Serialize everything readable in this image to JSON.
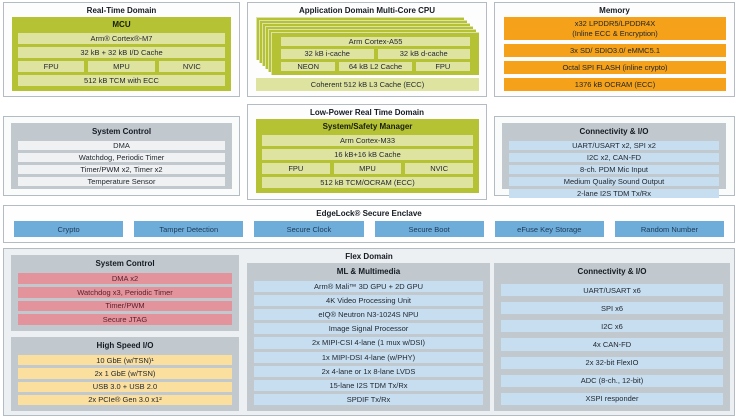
{
  "colors": {
    "lime": "#b5c233",
    "lime_light": "#dfe3a0",
    "orange": "#f5a21a",
    "blue": "#6eacda",
    "blue_light": "#c7def1",
    "gray_box": "#c1c8ce",
    "pink": "#e2939c",
    "yellow": "#fbdf9f"
  },
  "band1": {
    "real_time": {
      "title": "Real-Time Domain",
      "mcu_title": "MCU",
      "core": "Arm® Cortex®-M7",
      "cache": "32 kB + 32 kB I/D Cache",
      "chips": [
        "FPU",
        "MPU",
        "NVIC"
      ],
      "tcm": "512 kB TCM with ECC"
    },
    "app_domain": {
      "title": "Application Domain Multi-Core CPU",
      "core": "Arm Cortex-A55",
      "icache": "32 kB i-cache",
      "dcache": "32 kB d-cache",
      "neon": "NEON",
      "l2": "64 kB L2 Cache",
      "fpu": "FPU",
      "l3": "Coherent 512 kB L3 Cache (ECC)"
    },
    "memory": {
      "title": "Memory",
      "rows": [
        "x32 LPDDR5/LPDDR4X\n(Inline ECC & Encryption)",
        "3x SD/ SDIO3.0/ eMMC5.1",
        "Octal SPI FLASH (inline crypto)",
        "1376 kB OCRAM (ECC)"
      ]
    }
  },
  "band2": {
    "system_control": {
      "title": "System Control",
      "rows": [
        "DMA",
        "Watchdog, Periodic Timer",
        "Timer/PWM x2, Timer x2",
        "Temperature Sensor"
      ]
    },
    "lp_domain": {
      "title": "Low-Power Real Time Domain",
      "manager_title": "System/Safety Manager",
      "core": "Arm Cortex-M33",
      "cache": "16 kB+16 kB Cache",
      "chips": [
        "FPU",
        "MPU",
        "NVIC"
      ],
      "tcm": "512 kB TCM/OCRAM (ECC)"
    },
    "connectivity": {
      "title": "Connectivity & I/O",
      "rows": [
        "UART/USART x2, SPI x2",
        "I2C x2, CAN-FD",
        "8-ch. PDM Mic Input",
        "Medium Quality Sound Output",
        "2-lane I2S TDM Tx/Rx"
      ]
    }
  },
  "edgelock": {
    "title": "EdgeLock® Secure Enclave",
    "blocks": [
      "Crypto",
      "Tamper Detection",
      "Secure Clock",
      "Secure Boot",
      "eFuse Key Storage",
      "Random Number"
    ]
  },
  "flex_domain": {
    "title": "Flex Domain",
    "system_control": {
      "title": "System Control",
      "rows": [
        "DMA x2",
        "Watchdog x3, Periodic Timer",
        "Timer/PWM",
        "Secure JTAG"
      ]
    },
    "high_speed_io": {
      "title": "High Speed I/O",
      "rows": [
        "10 GbE (w/TSN)¹",
        "2x 1 GbE (w/TSN)",
        "USB 3.0 + USB 2.0",
        "2x PCIe® Gen 3.0 x1²"
      ]
    },
    "ml_multimedia": {
      "title": "ML & Multimedia",
      "rows": [
        "Arm® Mali™ 3D GPU + 2D GPU",
        "4K Video Processing Unit",
        "eIQ® Neutron N3-1024S NPU",
        "Image Signal Processor",
        "2x MIPI-CSI 4-lane (1 mux w/DSI)",
        "1x MIPI-DSI 4-lane (w/PHY)",
        "2x 4-lane or 1x 8-lane LVDS",
        "15-lane I2S TDM Tx/Rx",
        "SPDIF Tx/Rx"
      ]
    },
    "connectivity": {
      "title": "Connectivity & I/O",
      "rows": [
        "UART/USART x6",
        "SPI x6",
        "I2C x6",
        "4x CAN-FD",
        "2x 32-bit FlexIO",
        "ADC (8-ch., 12-bit)",
        "XSPI responder"
      ]
    }
  }
}
